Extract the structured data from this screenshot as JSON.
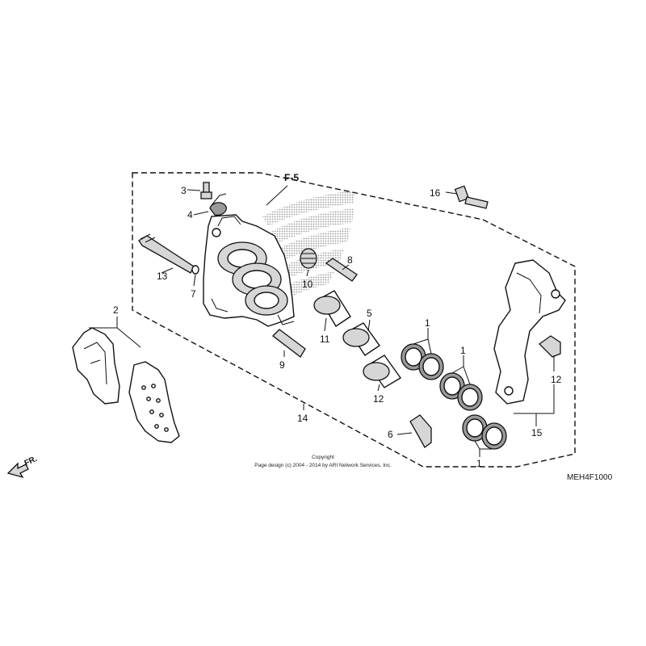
{
  "diagram": {
    "section_ref": "F-5",
    "callouts": [
      "1",
      "1",
      "1",
      "2",
      "3",
      "4",
      "5",
      "6",
      "7",
      "8",
      "9",
      "10",
      "11",
      "12",
      "12",
      "13",
      "14",
      "15",
      "16"
    ],
    "direction_label": "FR.",
    "copyright_line1": "Copyright",
    "copyright_line2": "Page design (c) 2004 - 2014 by ARI Network Services, Inc.",
    "diagram_code": "MEH4F1000"
  },
  "colors": {
    "line": "#111111",
    "shade": "#d6d6d6",
    "dark": "#9a9a9a",
    "watermark": "#9a9a9a"
  }
}
